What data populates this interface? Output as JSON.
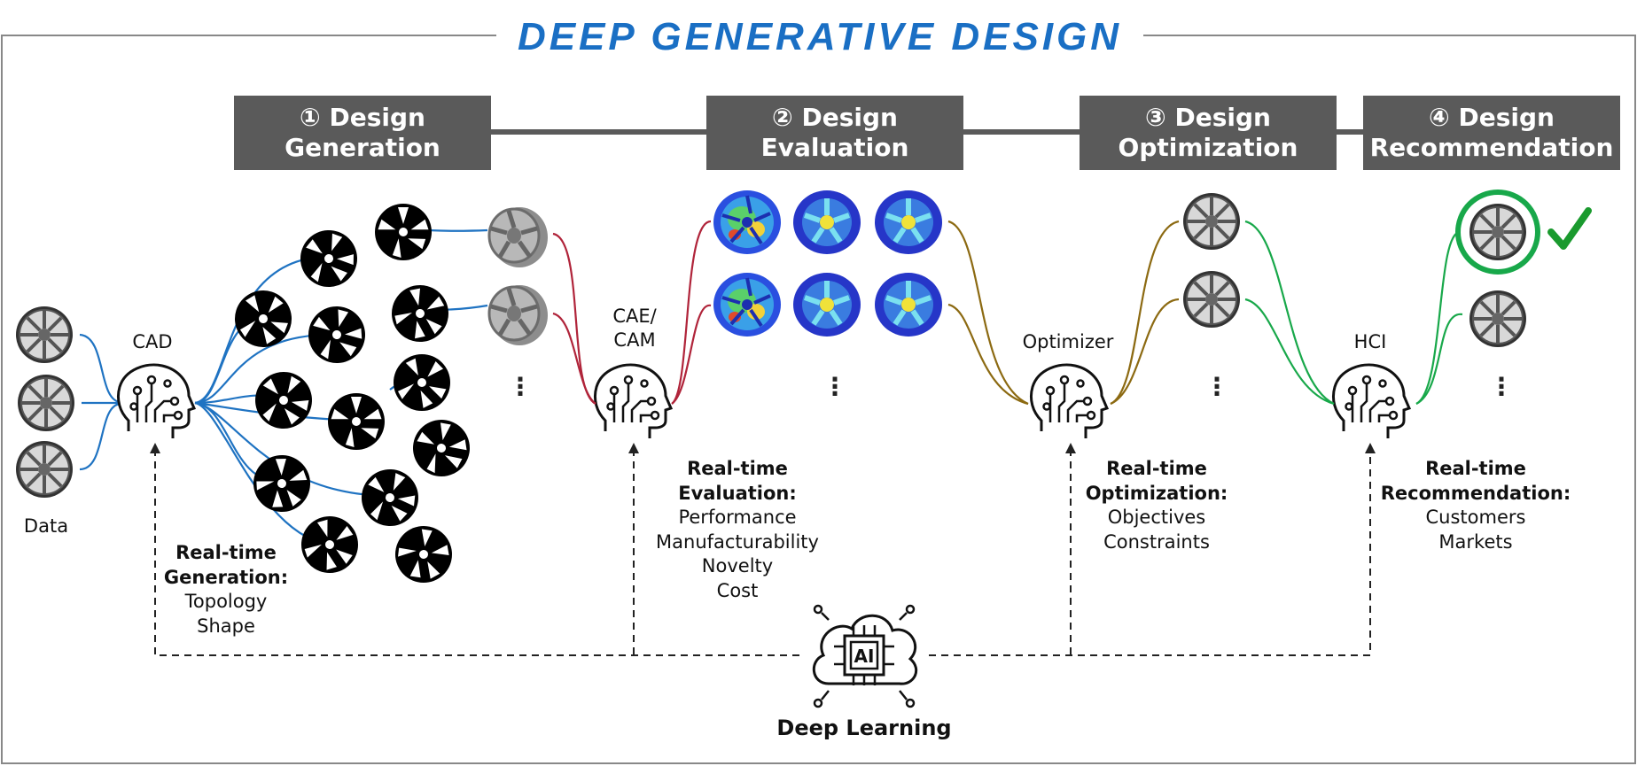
{
  "title": "DEEP GENERATIVE DESIGN",
  "stages": [
    {
      "num": "①",
      "line1": "Design",
      "line2": "Generation"
    },
    {
      "num": "②",
      "line1": "Design",
      "line2": "Evaluation"
    },
    {
      "num": "③",
      "line1": "Design",
      "line2": "Optimization"
    },
    {
      "num": "④",
      "line1": "Design",
      "line2": "Recommendation"
    }
  ],
  "nodes": {
    "data": "Data",
    "cad": "CAD",
    "cae_line1": "CAE/",
    "cae_line2": "CAM",
    "optimizer": "Optimizer",
    "hci": "HCI"
  },
  "descriptions": {
    "generation": {
      "h1": "Real-time",
      "h2": "Generation:",
      "items": [
        "Topology",
        "Shape"
      ]
    },
    "evaluation": {
      "h1": "Real-time",
      "h2": "Evaluation:",
      "items": [
        "Performance",
        "Manufacturability",
        "Novelty",
        "Cost"
      ]
    },
    "optimization": {
      "h1": "Real-time",
      "h2": "Optimization:",
      "items": [
        "Objectives",
        "Constraints"
      ]
    },
    "recommendation": {
      "h1": "Real-time",
      "h2": "Recommendation:",
      "items": [
        "Customers",
        "Markets"
      ]
    }
  },
  "ellipsis": "⋮",
  "deep_learning": {
    "label": "Deep Learning",
    "chip_text": "AI"
  },
  "colors": {
    "title": "#1a6fc4",
    "stage_box": "#5a5a5a",
    "blue_link": "#1f73c2",
    "red_link": "#b0243a",
    "brown_link": "#8c6a12",
    "green_link": "#18a84a",
    "check": "#1a9a2e"
  },
  "icons": {
    "brain": "brain-head-icon",
    "ai": "ai-chip-icon",
    "wheel": "wheel-icon",
    "check": "checkmark-icon"
  }
}
